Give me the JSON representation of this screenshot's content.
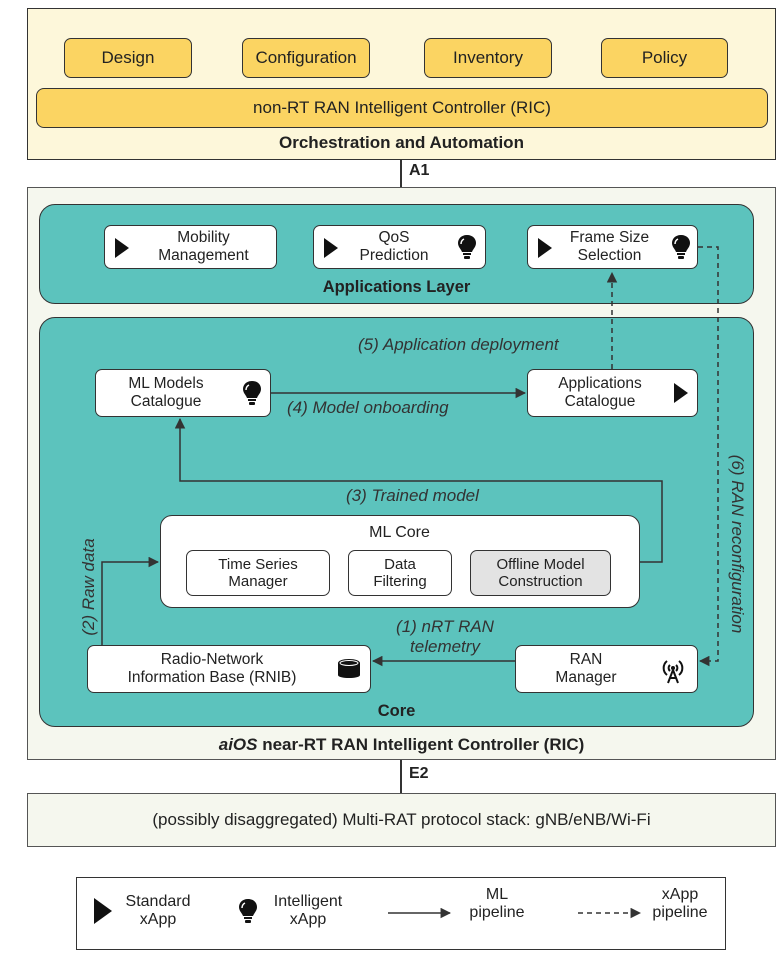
{
  "orchestration": {
    "buttons": [
      "Design",
      "Configuration",
      "Inventory",
      "Policy"
    ],
    "ric_label": "non-RT RAN Intelligent Controller (RIC)",
    "title": "Orchestration and Automation",
    "fill_color": "#fdf7da",
    "button_color": "#fbd462"
  },
  "interfaces": {
    "a1": "A1",
    "e2": "E2"
  },
  "apps_layer": {
    "title": "Applications Layer",
    "xapps": [
      {
        "label_line1": "Mobility",
        "label_line2": "Management",
        "icon": "standard-xapp-triangle"
      },
      {
        "label_line1": "QoS",
        "label_line2": "Prediction",
        "icon": "intelligent-xapp-bulb"
      },
      {
        "label_line1": "Frame Size",
        "label_line2": "Selection",
        "icon": "intelligent-xapp-bulb"
      }
    ]
  },
  "core": {
    "title": "Core",
    "ml_catalogue": {
      "line1": "ML Models",
      "line2": "Catalogue"
    },
    "apps_catalogue": {
      "line1": "Applications",
      "line2": "Catalogue"
    },
    "ml_core": {
      "title": "ML Core",
      "modules": [
        {
          "line1": "Time Series",
          "line2": "Manager"
        },
        {
          "line1": "Data",
          "line2": "Filtering"
        },
        {
          "line1": "Offline Model",
          "line2": "Construction"
        }
      ]
    },
    "rnib": {
      "line1": "Radio-Network",
      "line2": "Information Base (RNIB)"
    },
    "ran_manager": {
      "line1": "RAN",
      "line2": "Manager"
    },
    "teal_color": "#5cc3bd"
  },
  "flows": {
    "app_deployment": "(5) Application deployment",
    "model_onboarding": "(4) Model onboarding",
    "trained_model": "(3) Trained model",
    "raw_data": "(2) Raw data",
    "telemetry_line1": "(1) nRT RAN",
    "telemetry_line2": "telemetry",
    "ran_reconfig": "(6) RAN reconfiguration"
  },
  "near_rt": {
    "title_italic": "aiOS",
    "title_rest": " near-RT RAN Intelligent Controller (RIC)"
  },
  "protocol_stack": "(possibly disaggregated) Multi-RAT protocol stack: gNB/eNB/Wi-Fi",
  "legend": {
    "standard": {
      "line1": "Standard",
      "line2": "xApp"
    },
    "intelligent": {
      "line1": "Intelligent",
      "line2": "xApp"
    },
    "ml": {
      "line1": "ML",
      "line2": "pipeline"
    },
    "xapp": {
      "line1": "xApp",
      "line2": "pipeline"
    }
  }
}
